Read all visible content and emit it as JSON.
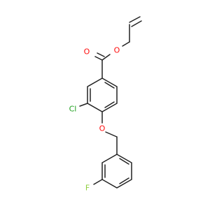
{
  "molecule": {
    "atom_labels": {
      "carbonyl_oxygen": "O",
      "ester_oxygen": "O",
      "ether_oxygen": "O",
      "chlorine": "Cl",
      "fluorine": "F"
    },
    "colors": {
      "bond": "#222222",
      "oxygen": "#ff0d0d",
      "chlorine": "#1fa01f",
      "fluorine": "#8fcf3f",
      "background": "#ffffff"
    }
  }
}
